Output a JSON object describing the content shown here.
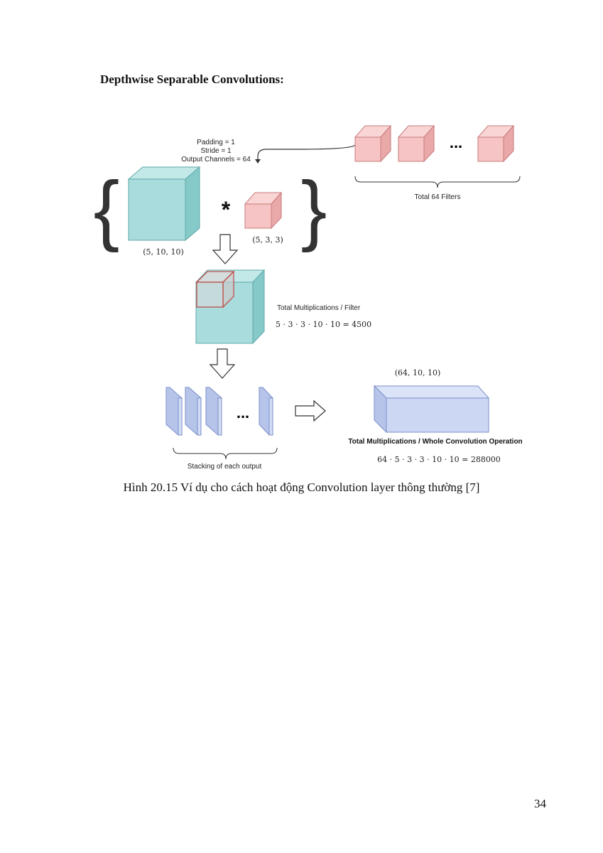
{
  "heading": "Depthwise Separable Convolutions:",
  "figure": {
    "params": [
      "Padding = 1",
      "Stride = 1",
      "Output Channels = 64"
    ],
    "filters_label": "Total 64 Filters",
    "input_shape": "(5, 10, 10)",
    "kernel_shape": "(5, 3, 3)",
    "operator": "*",
    "ellipsis": "...",
    "per_filter_title": "Total Multiplications / Filter",
    "per_filter_formula": "5 · 3 · 3 · 10 · 10 = 4500",
    "output_shape": "(64, 10, 10)",
    "stack_label": "Stacking of each output",
    "whole_title": "Total Multiplications / Whole Convolution Operation",
    "whole_formula": "64 · 5 · 3 · 3 · 10 · 10 = 288000",
    "colors": {
      "teal": "#a9dcdc",
      "teal_dark": "#5fa9a9",
      "pink": "#f6c4c4",
      "pink_dark": "#c97a7a",
      "blue": "#c7d3f2",
      "blue_dark": "#8a9bd0"
    }
  },
  "caption": "Hình 20.15 Ví dụ cho cách hoạt động Convolution layer thông thường [7]",
  "page_number": "34"
}
